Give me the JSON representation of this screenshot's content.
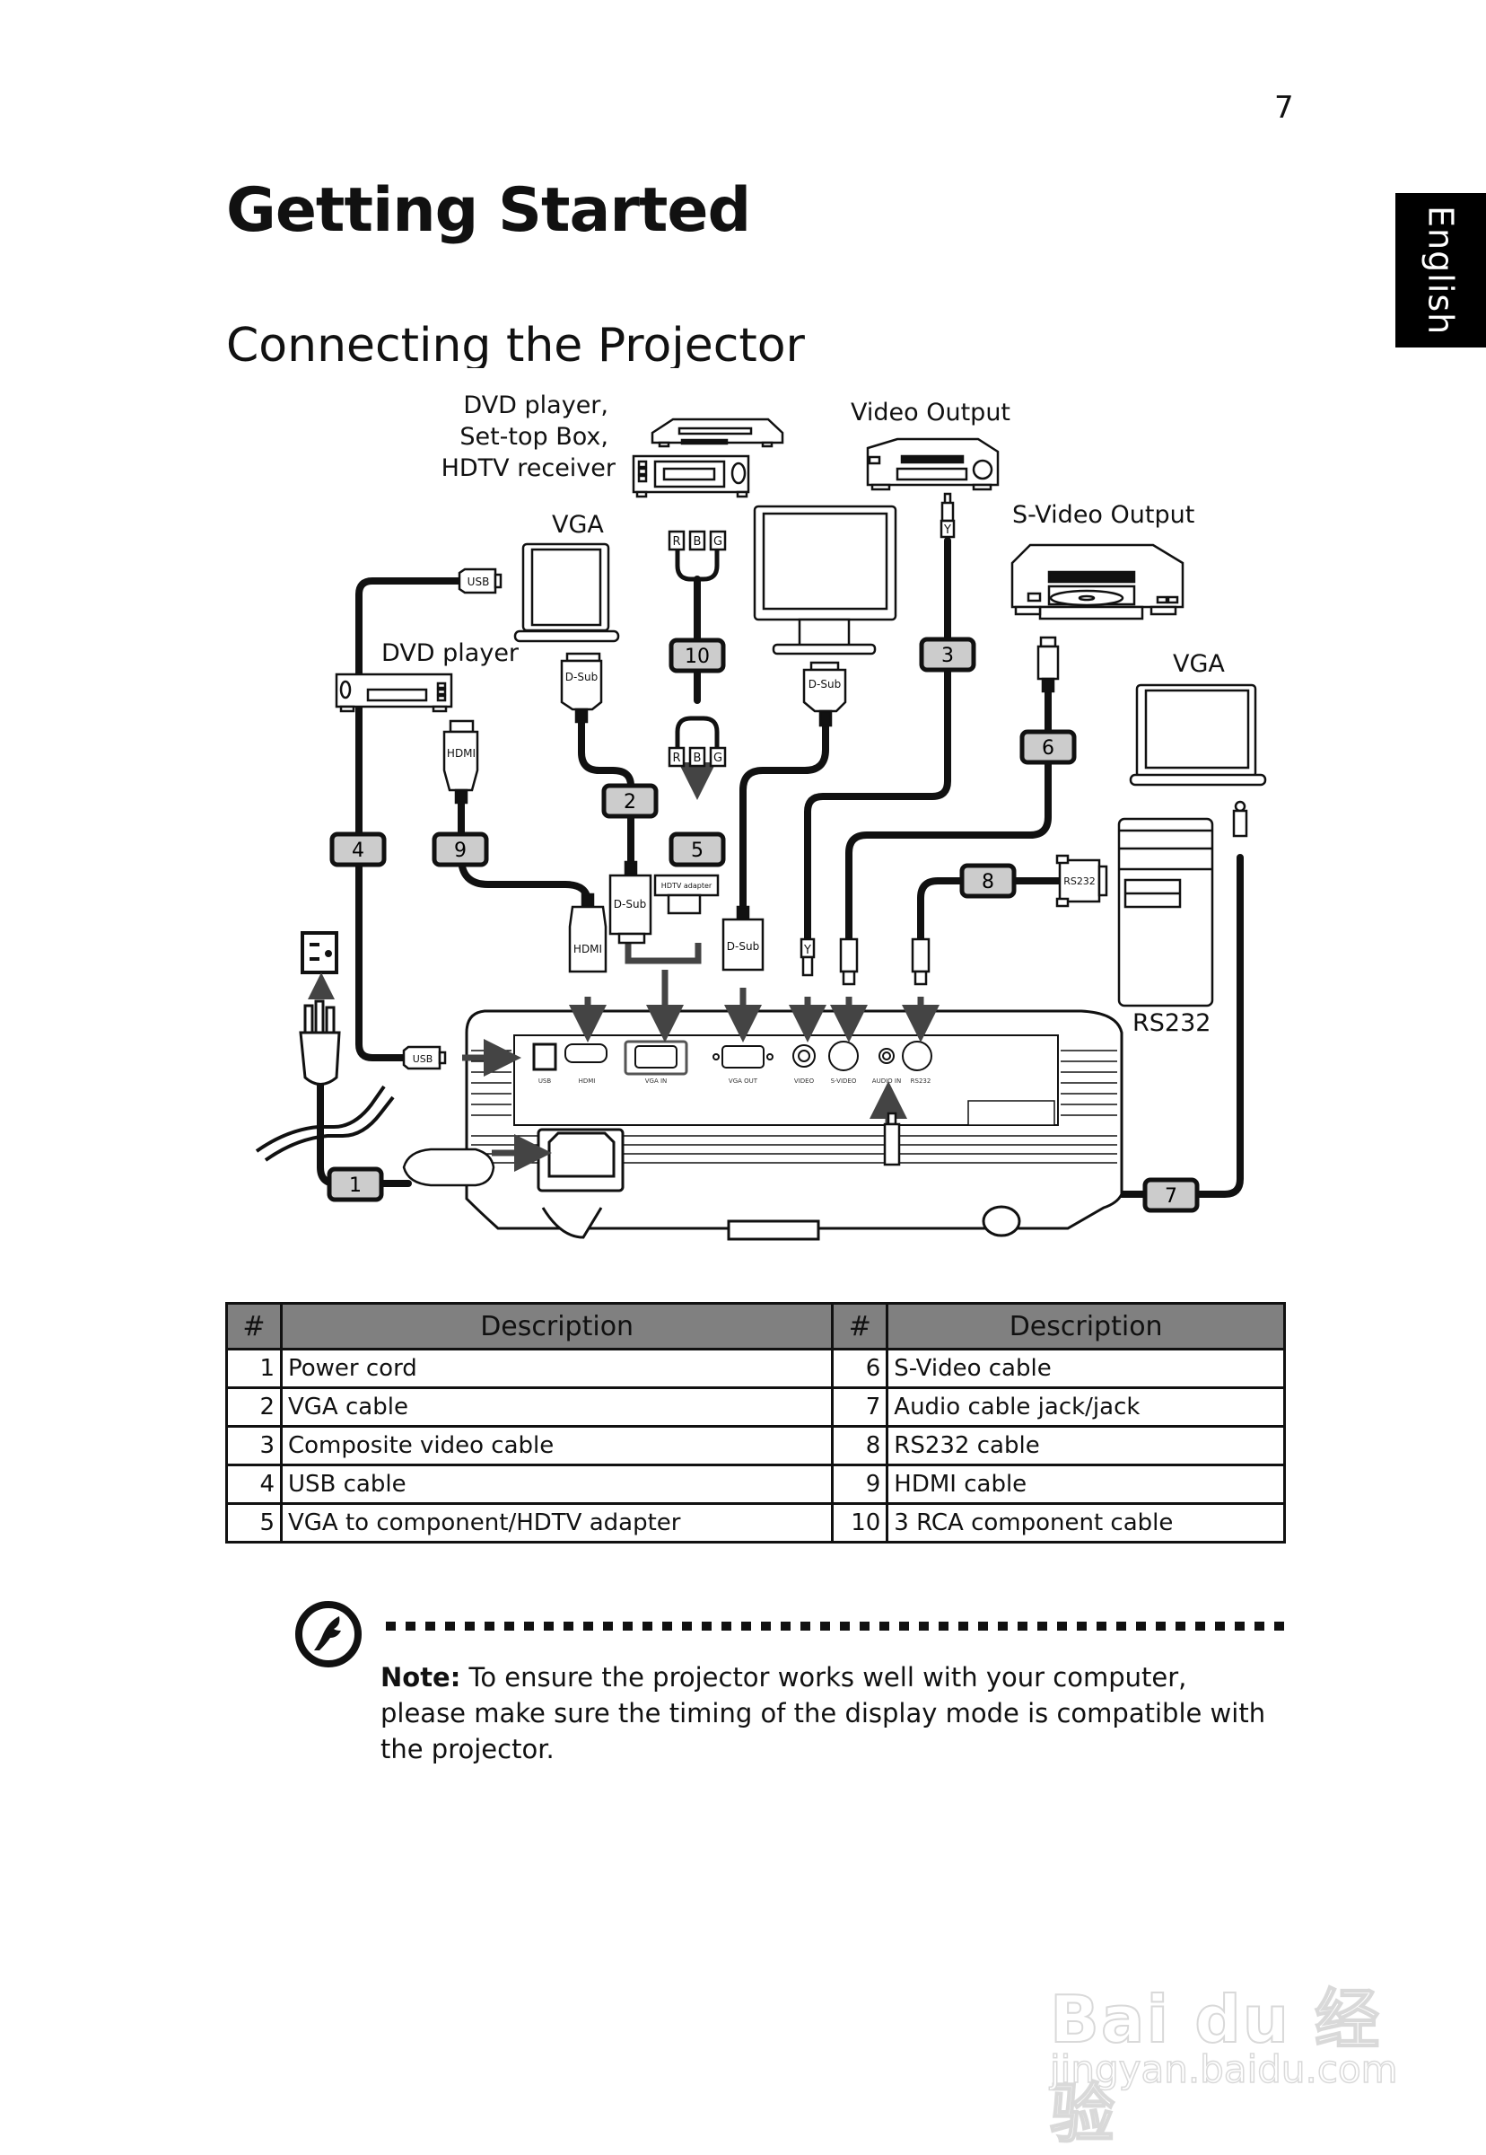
{
  "page": {
    "number": "7",
    "language_tab": "English",
    "title": "Getting Started",
    "section_title": "Connecting the Projector"
  },
  "diagram": {
    "device_labels": {
      "dvd_settop_hdtv": [
        "DVD player,",
        "Set-top Box,",
        "HDTV receiver"
      ],
      "video_output": "Video Output",
      "svideo_output": "S-Video Output",
      "vga_laptop_left": "VGA",
      "dvd_player": "DVD player",
      "vga_laptop_right": "VGA",
      "rs232_pc": "RS232"
    },
    "connector_labels": {
      "usb": "USB",
      "hdmi_top": "HDMI",
      "hdmi_bottom": "HDMI",
      "dsub_laptop": "D-Sub",
      "dsub_monitor": "D-Sub",
      "dsub_projector_in": "D-Sub",
      "dsub_projector_out": "D-Sub",
      "hdtv_adapter": "HDTV adapter",
      "rca_top": [
        "R",
        "B",
        "G"
      ],
      "rca_bottom": [
        "R",
        "B",
        "G"
      ],
      "composite": "Y",
      "rs232": "RS232"
    },
    "port_labels": [
      "USB",
      "HDMI",
      "VGA IN",
      "VGA OUT",
      "VIDEO",
      "S-VIDEO",
      "AUDIO IN",
      "RS232"
    ],
    "badges": [
      "1",
      "2",
      "3",
      "4",
      "5",
      "6",
      "7",
      "8",
      "9",
      "10"
    ]
  },
  "table": {
    "headers": [
      "#",
      "Description",
      "#",
      "Description"
    ],
    "rows": [
      {
        "n1": "1",
        "d1": "Power cord",
        "n2": "6",
        "d2": "S-Video cable"
      },
      {
        "n1": "2",
        "d1": "VGA cable",
        "n2": "7",
        "d2": "Audio cable jack/jack"
      },
      {
        "n1": "3",
        "d1": "Composite video cable",
        "n2": "8",
        "d2": "RS232 cable"
      },
      {
        "n1": "4",
        "d1": "USB cable",
        "n2": "9",
        "d2": "HDMI cable"
      },
      {
        "n1": "5",
        "d1": "VGA to component/HDTV adapter",
        "n2": "10",
        "d2": "3 RCA component cable"
      }
    ]
  },
  "note": {
    "icon": "note-pen-icon",
    "label": "Note:",
    "text": " To ensure the projector works well with your computer, please make sure the timing of the display mode is compatible with the projector."
  },
  "watermark": {
    "brand": "Bai du 经验",
    "url": "jingyan.baidu.com"
  }
}
